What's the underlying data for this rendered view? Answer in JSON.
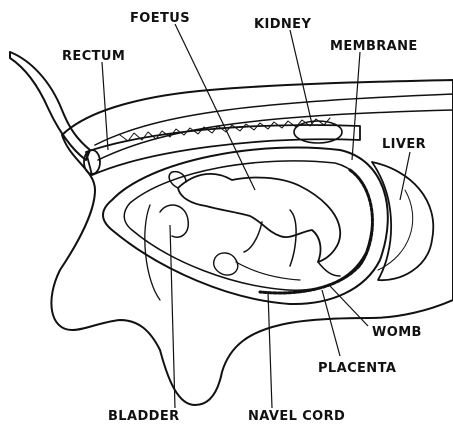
{
  "labels": {
    "foetus": "FOETUS",
    "kidney": "KIDNEY",
    "membrane": "MEMBRANE",
    "rectum": "RECTUM",
    "liver": "LIVER",
    "womb": "WOMB",
    "placenta": "PLACENTA",
    "bladder": "BLADDER",
    "navel_cord": "NAVEL CORD"
  }
}
